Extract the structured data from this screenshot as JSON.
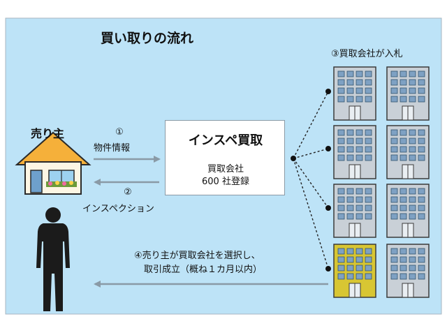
{
  "title": "買い取りの流れ",
  "seller_label": "売り主",
  "step1": {
    "number": "①",
    "label": "物件情報"
  },
  "step2": {
    "number": "②",
    "label": "インスペクション"
  },
  "company_box": {
    "name": "インスペ買取",
    "line1": "買取会社",
    "line2": "600 社登録"
  },
  "step3_label": "③買取会社が入札",
  "step4": {
    "line1": "④売り主が買取会社を選択し、",
    "line2": "取引成立（概ね１カ月以内）"
  },
  "colors": {
    "background": "#bde3f7",
    "frame": "#a8b6c0",
    "arrow": "#8a9aa6",
    "building_body": "#c9d0d7",
    "building_window": "#7ea1c3",
    "building_selected": "#d8c633",
    "house_roof": "#f5b03a",
    "house_wall": "#fdf6e4",
    "person": "#1b1b1b"
  }
}
